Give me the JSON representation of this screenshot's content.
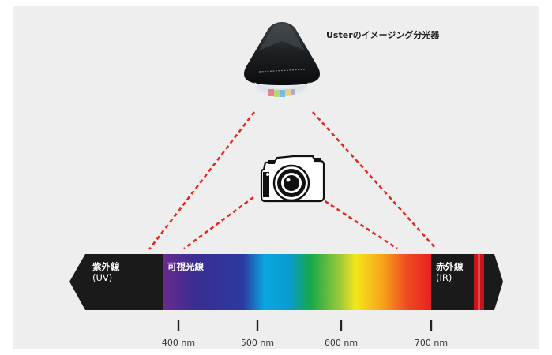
{
  "device": {
    "label": "Usterのイメージング分光器"
  },
  "spectrum": {
    "uv": {
      "label": "紫外線",
      "sub": "(UV)"
    },
    "visible": {
      "label": "可視光線"
    },
    "ir": {
      "label": "赤外線",
      "sub": "(IR)"
    },
    "ticks": [
      {
        "value": 400,
        "unit": "nm",
        "text": "400 nm"
      },
      {
        "value": 500,
        "unit": "nm",
        "text": "500 nm"
      },
      {
        "value": 600,
        "unit": "nm",
        "text": "600 nm"
      },
      {
        "value": 700,
        "unit": "nm",
        "text": "700 nm"
      }
    ]
  },
  "icons": {
    "device": "spectrometer-icon",
    "camera": "camera-icon"
  },
  "colors": {
    "background": "#eeeeee",
    "bar": "#1a1a1a",
    "dash": "#e8281f",
    "ir_stripe": "#c8151b",
    "spectrum": [
      "#6a2a8e",
      "#3a2d91",
      "#2c3aa0",
      "#0aa7e0",
      "#14a84a",
      "#9cc93a",
      "#f5e61b",
      "#f7a21b",
      "#ee4b23",
      "#e8231f"
    ]
  }
}
